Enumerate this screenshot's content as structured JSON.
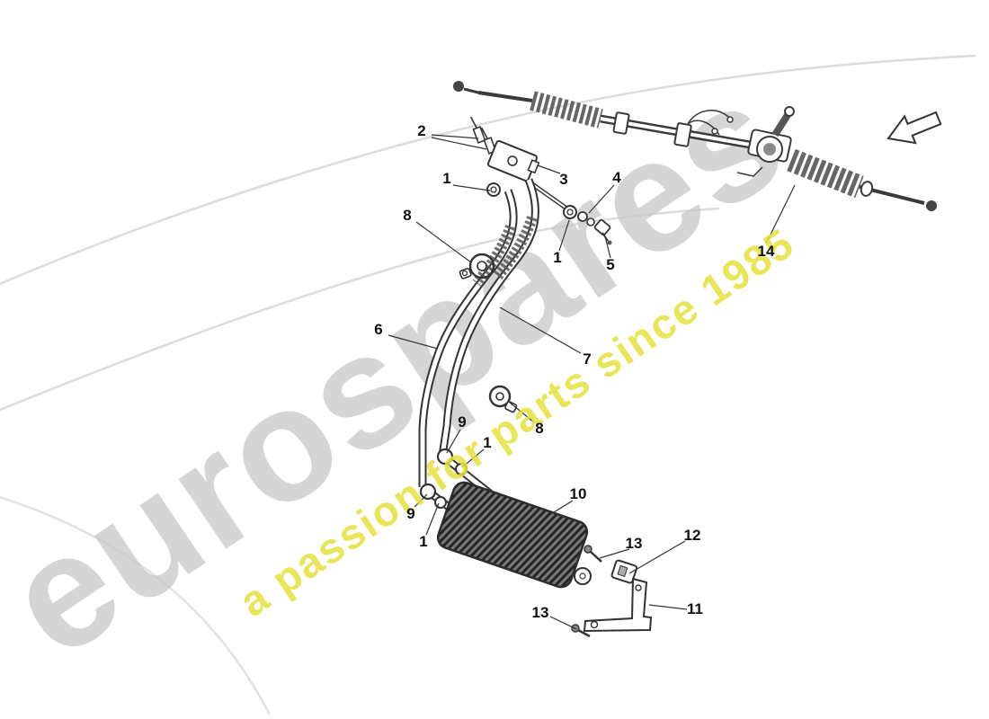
{
  "watermark": {
    "brand": "eurospares",
    "tagline": "a passion for parts since 1985",
    "brand_color": "#c8c8c8",
    "tagline_color": "#e5e13d"
  },
  "callouts": [
    {
      "label": "2"
    },
    {
      "label": "1"
    },
    {
      "label": "3"
    },
    {
      "label": "4"
    },
    {
      "label": "8"
    },
    {
      "label": "1"
    },
    {
      "label": "5"
    },
    {
      "label": "14"
    },
    {
      "label": "6"
    },
    {
      "label": "7"
    },
    {
      "label": "9"
    },
    {
      "label": "8"
    },
    {
      "label": "1"
    },
    {
      "label": "9"
    },
    {
      "label": "1"
    },
    {
      "label": "10"
    },
    {
      "label": "13"
    },
    {
      "label": "12"
    },
    {
      "label": "11"
    },
    {
      "label": "13"
    }
  ]
}
